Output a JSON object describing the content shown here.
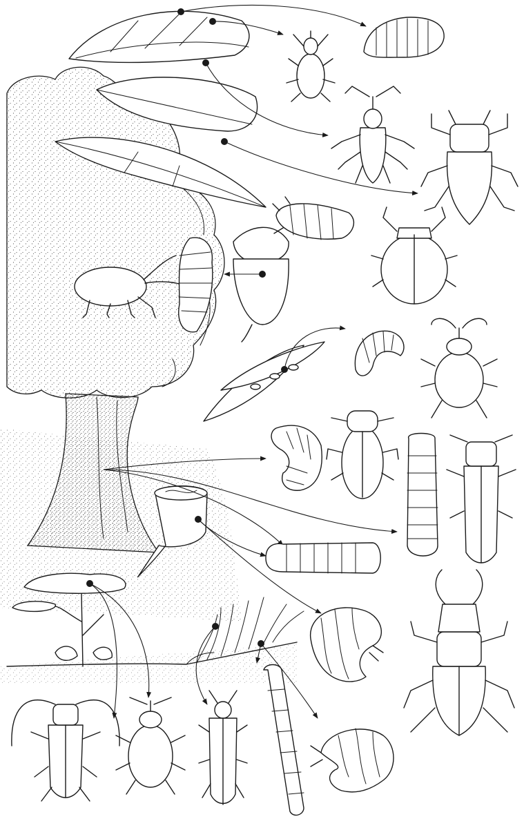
{
  "figure": {
    "style": "stippled pen-and-ink scientific illustration",
    "ink_color": "#1a1a1a",
    "paper_color": "#ffffff",
    "text": []
  },
  "scene": [
    "leaves",
    "tree",
    "acorn",
    "seed-pods",
    "tree-stump",
    "small-tree",
    "grass",
    "ground"
  ],
  "insects": [
    "weevil-small",
    "leaf-larva",
    "long-snout-weevil",
    "horned-beetle",
    "flat-larva",
    "round-beetle",
    "acorn-weevil",
    "acorn-larva",
    "curled-larva-pod",
    "pod-weevil",
    "grub-curved",
    "oval-beetle",
    "segmented-larva",
    "longhorn-beetle",
    "long-larva",
    "c-grub-large",
    "stag-beetle",
    "longhorn-antennae-beetle",
    "snout-beetle-bottom",
    "click-beetle",
    "wireworm",
    "c-grub-bottom"
  ]
}
